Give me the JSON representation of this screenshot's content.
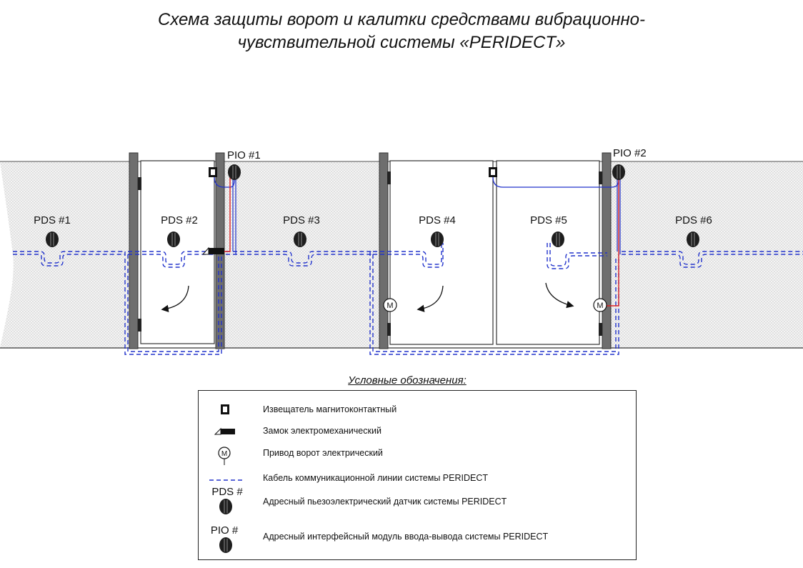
{
  "title": {
    "line1": "Схема защиты ворот и калитки средствами вибрационно-",
    "line2": "чувствительной системы «PERIDECT»"
  },
  "diagram": {
    "pio_labels": [
      "PIO #1",
      "PIO #2"
    ],
    "pds_labels": [
      "PDS #1",
      "PDS #2",
      "PDS #3",
      "PDS #4",
      "PDS #5",
      "PDS #6"
    ],
    "motor_symbol": "M"
  },
  "legend": {
    "title": "Условные обозначения:",
    "items": [
      {
        "text": "Извещатель магнитоконтактный"
      },
      {
        "text": "Замок электромеханический"
      },
      {
        "text": "Привод ворот электрический"
      },
      {
        "text": "Кабель коммуникационной линии системы PERIDECT"
      },
      {
        "text": "Адресный пьезоэлектрический датчик системы PERIDECT",
        "label": "PDS #"
      },
      {
        "text": "Адресный интерфейсный модуль ввода-вывода системы PERIDECT",
        "label": "PIO #"
      }
    ],
    "motor_symbol": "M"
  },
  "colors": {
    "cable": "#2233cc",
    "power_wire": "#dd2222",
    "post": "#6e6e6e",
    "fence_mesh": "#e4e4e4",
    "sensor": "#1e1e1e"
  }
}
